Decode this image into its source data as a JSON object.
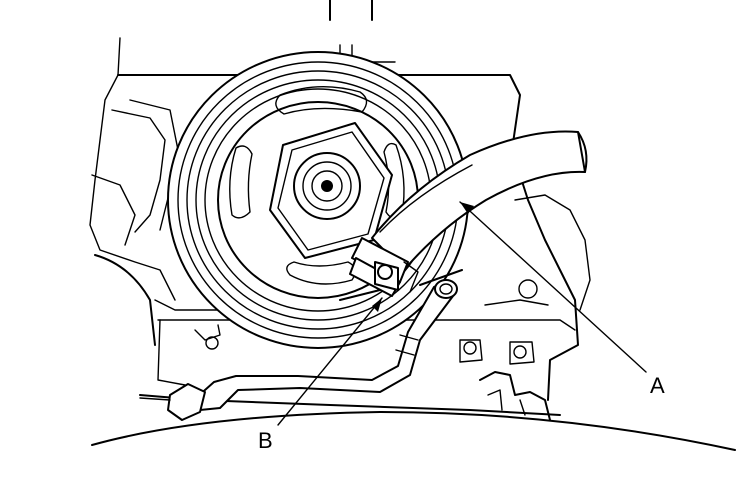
{
  "figure": {
    "callouts": [
      {
        "id": "A",
        "label": "A",
        "target": "hose"
      },
      {
        "id": "B",
        "label": "B",
        "target": "hose-clamp"
      }
    ],
    "colors": {
      "ink": "#000000",
      "paper": "#ffffff"
    }
  }
}
